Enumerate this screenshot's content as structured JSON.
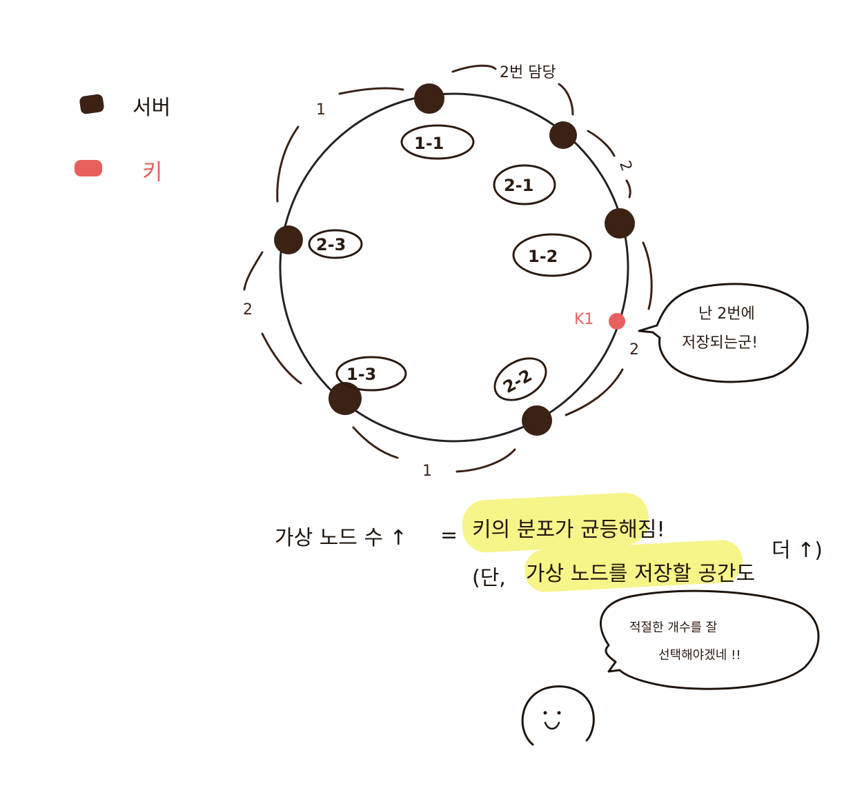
{
  "legend": {
    "server_label": "서버",
    "key_label": "키",
    "server_color": "#3b2215",
    "key_color": "#e8605c"
  },
  "ring": {
    "top_note": "2번 담당",
    "arc_labels": [
      "1",
      "2",
      "2",
      "2",
      "1"
    ],
    "virtual_nodes": [
      "1-1",
      "2-1",
      "1-2",
      "2-3",
      "1-3",
      "2-2"
    ],
    "key_name": "K1",
    "key_bubble_line1": "난 2번에",
    "key_bubble_line2": "저장되는군!"
  },
  "notes": {
    "line1_left": "가상 노드 수 ↑",
    "line1_eq": "=",
    "line1_right": "키의 분포가 균등해짐!",
    "line2_open": "(단,",
    "line2_highlight": "가상 노드를 저장할 공간도",
    "line2_tail": "더 ↑)",
    "highlight_color": "#f5f58a"
  },
  "character": {
    "face": "˙ ̫ ˙",
    "bubble_line1": "적절한 개수를 잘",
    "bubble_line2": "선택해야겠네 !!"
  }
}
